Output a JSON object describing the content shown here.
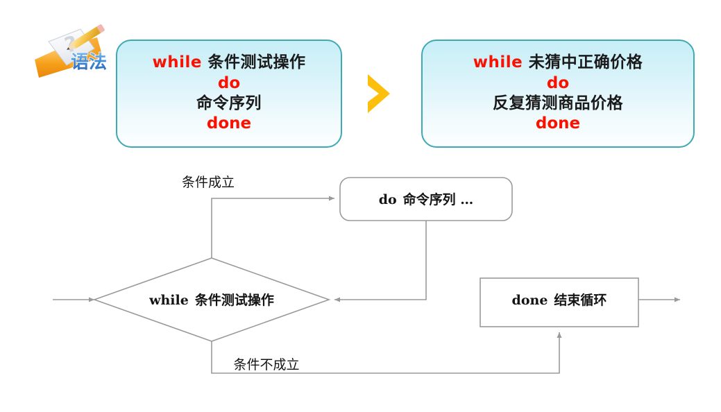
{
  "slide": {
    "icon_label": "语法",
    "icon_name": "syntax-notebook-pencil-icon"
  },
  "syntax_boxes": [
    {
      "name": "while-generic-syntax",
      "lines": [
        {
          "keyword": "while",
          "text": " 条件测试操作"
        },
        {
          "keyword": "do",
          "text": ""
        },
        {
          "keyword": "",
          "text": "命令序列"
        },
        {
          "keyword": "done",
          "text": ""
        }
      ]
    },
    {
      "name": "while-guess-price-example",
      "lines": [
        {
          "keyword": "while",
          "text": " 未猜中正确价格"
        },
        {
          "keyword": "do",
          "text": ""
        },
        {
          "keyword": "",
          "text": "反复猜测商品价格"
        },
        {
          "keyword": "done",
          "text": ""
        }
      ]
    }
  ],
  "chevron": {
    "name": "chevron-right-icon",
    "color": "#fcbf0c"
  },
  "flowchart": {
    "decision": {
      "keyword": "while",
      "text": "条件测试操作"
    },
    "process": {
      "keyword": "do",
      "text": "命令序列 …"
    },
    "terminator": {
      "keyword": "done",
      "text": "结束循环"
    },
    "edge_labels": {
      "true_branch": "条件成立",
      "false_branch": "条件不成立"
    }
  },
  "colors": {
    "keyword_red": "#fb1100",
    "box_border_teal": "#3fa9b3",
    "box_fill_top": "#c7eef7",
    "chevron_amber": "#fcbf0c",
    "flow_stroke_gray": "#9a9a9a",
    "text_black": "#141414",
    "icon_blue": "#3b7fd4"
  }
}
